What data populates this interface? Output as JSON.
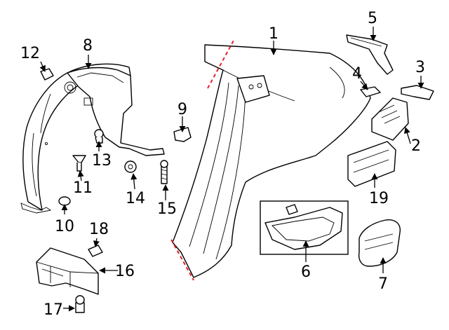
{
  "callouts": {
    "c1": "1",
    "c2": "2",
    "c3": "3",
    "c4": "4",
    "c5": "5",
    "c6": "6",
    "c7": "7",
    "c8": "8",
    "c9": "9",
    "c10": "10",
    "c11": "11",
    "c12": "12",
    "c13": "13",
    "c14": "14",
    "c15": "15",
    "c16": "16",
    "c17": "17",
    "c18": "18",
    "c19": "19"
  },
  "colors": {
    "line": "#000000",
    "cut_line": "#e8202a",
    "background": "#ffffff"
  }
}
